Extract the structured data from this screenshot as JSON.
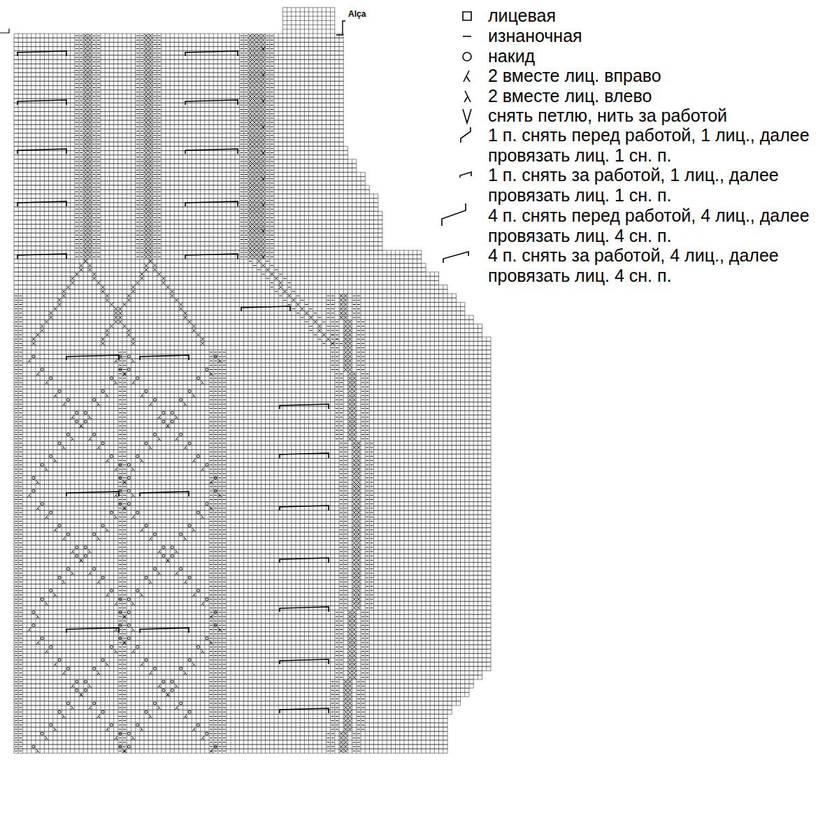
{
  "diagram": {
    "labels": [
      "Alça"
    ],
    "legend": [
      {
        "text": "лицевая"
      },
      {
        "text": "изнаночная"
      },
      {
        "text": "накид"
      },
      {
        "text": "2 вместе лиц. вправо"
      },
      {
        "text": "2 вместе лиц. влево"
      },
      {
        "text": "снять петлю, нить за работой"
      },
      {
        "text": "1 п. снять перед работой, 1 лиц., далее провязать лиц. 1 сн. п."
      },
      {
        "text": "1 п. снять за работой, 1 лиц., далее провязать лиц. 1 сн. п."
      },
      {
        "text": "4 п. снять перед работой, 4 лиц., далее провязать лиц. 4 сн. п."
      },
      {
        "text": "4 п. снять за работой, 4 лиц., далее провязать лиц. 4 сн. п."
      }
    ]
  }
}
